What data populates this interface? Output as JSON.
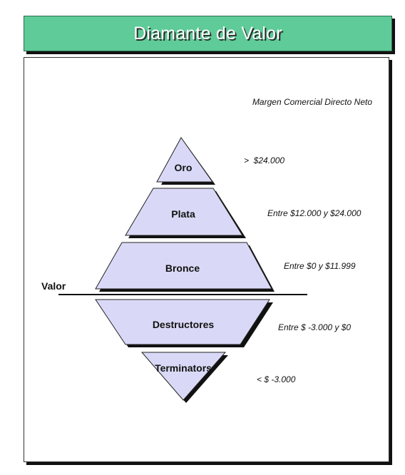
{
  "title": "Diamante de Valor",
  "header_caption": "Margen Comercial Directo Neto",
  "axis_label": "Valor",
  "tiers": [
    {
      "label": "Oro",
      "range": ">  $24.000"
    },
    {
      "label": "Plata",
      "range": "Entre $12.000 y $24.000"
    },
    {
      "label": "Bronce",
      "range": "Entre $0 y $11.999"
    },
    {
      "label": "Destructores",
      "range": "Entre $ -3.000 y $0"
    },
    {
      "label": "Terminators",
      "range": "< $ -3.000"
    }
  ],
  "colors": {
    "banner": "#5ecb98",
    "shape_fill": "#d9d9f7",
    "shape_stroke": "#222222",
    "shadow": "#111111"
  }
}
